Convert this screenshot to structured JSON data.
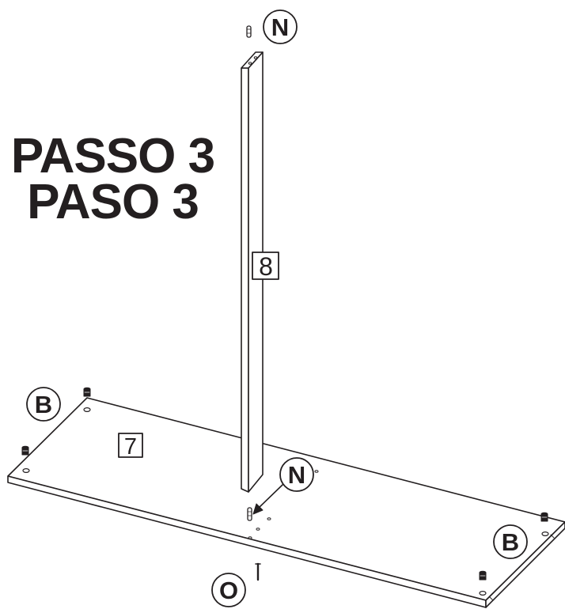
{
  "step_titles": {
    "pt": "PASSO 3",
    "es": "PASO 3"
  },
  "parts": {
    "base_panel_label": "7",
    "upright_panel_label": "8"
  },
  "hardware": {
    "dowel_top_label": "N",
    "dowel_base_label": "N",
    "foot_left_label": "B",
    "foot_right_label": "B",
    "screw_label": "O"
  },
  "colors": {
    "line": "#231f20",
    "fill": "#ffffff"
  }
}
